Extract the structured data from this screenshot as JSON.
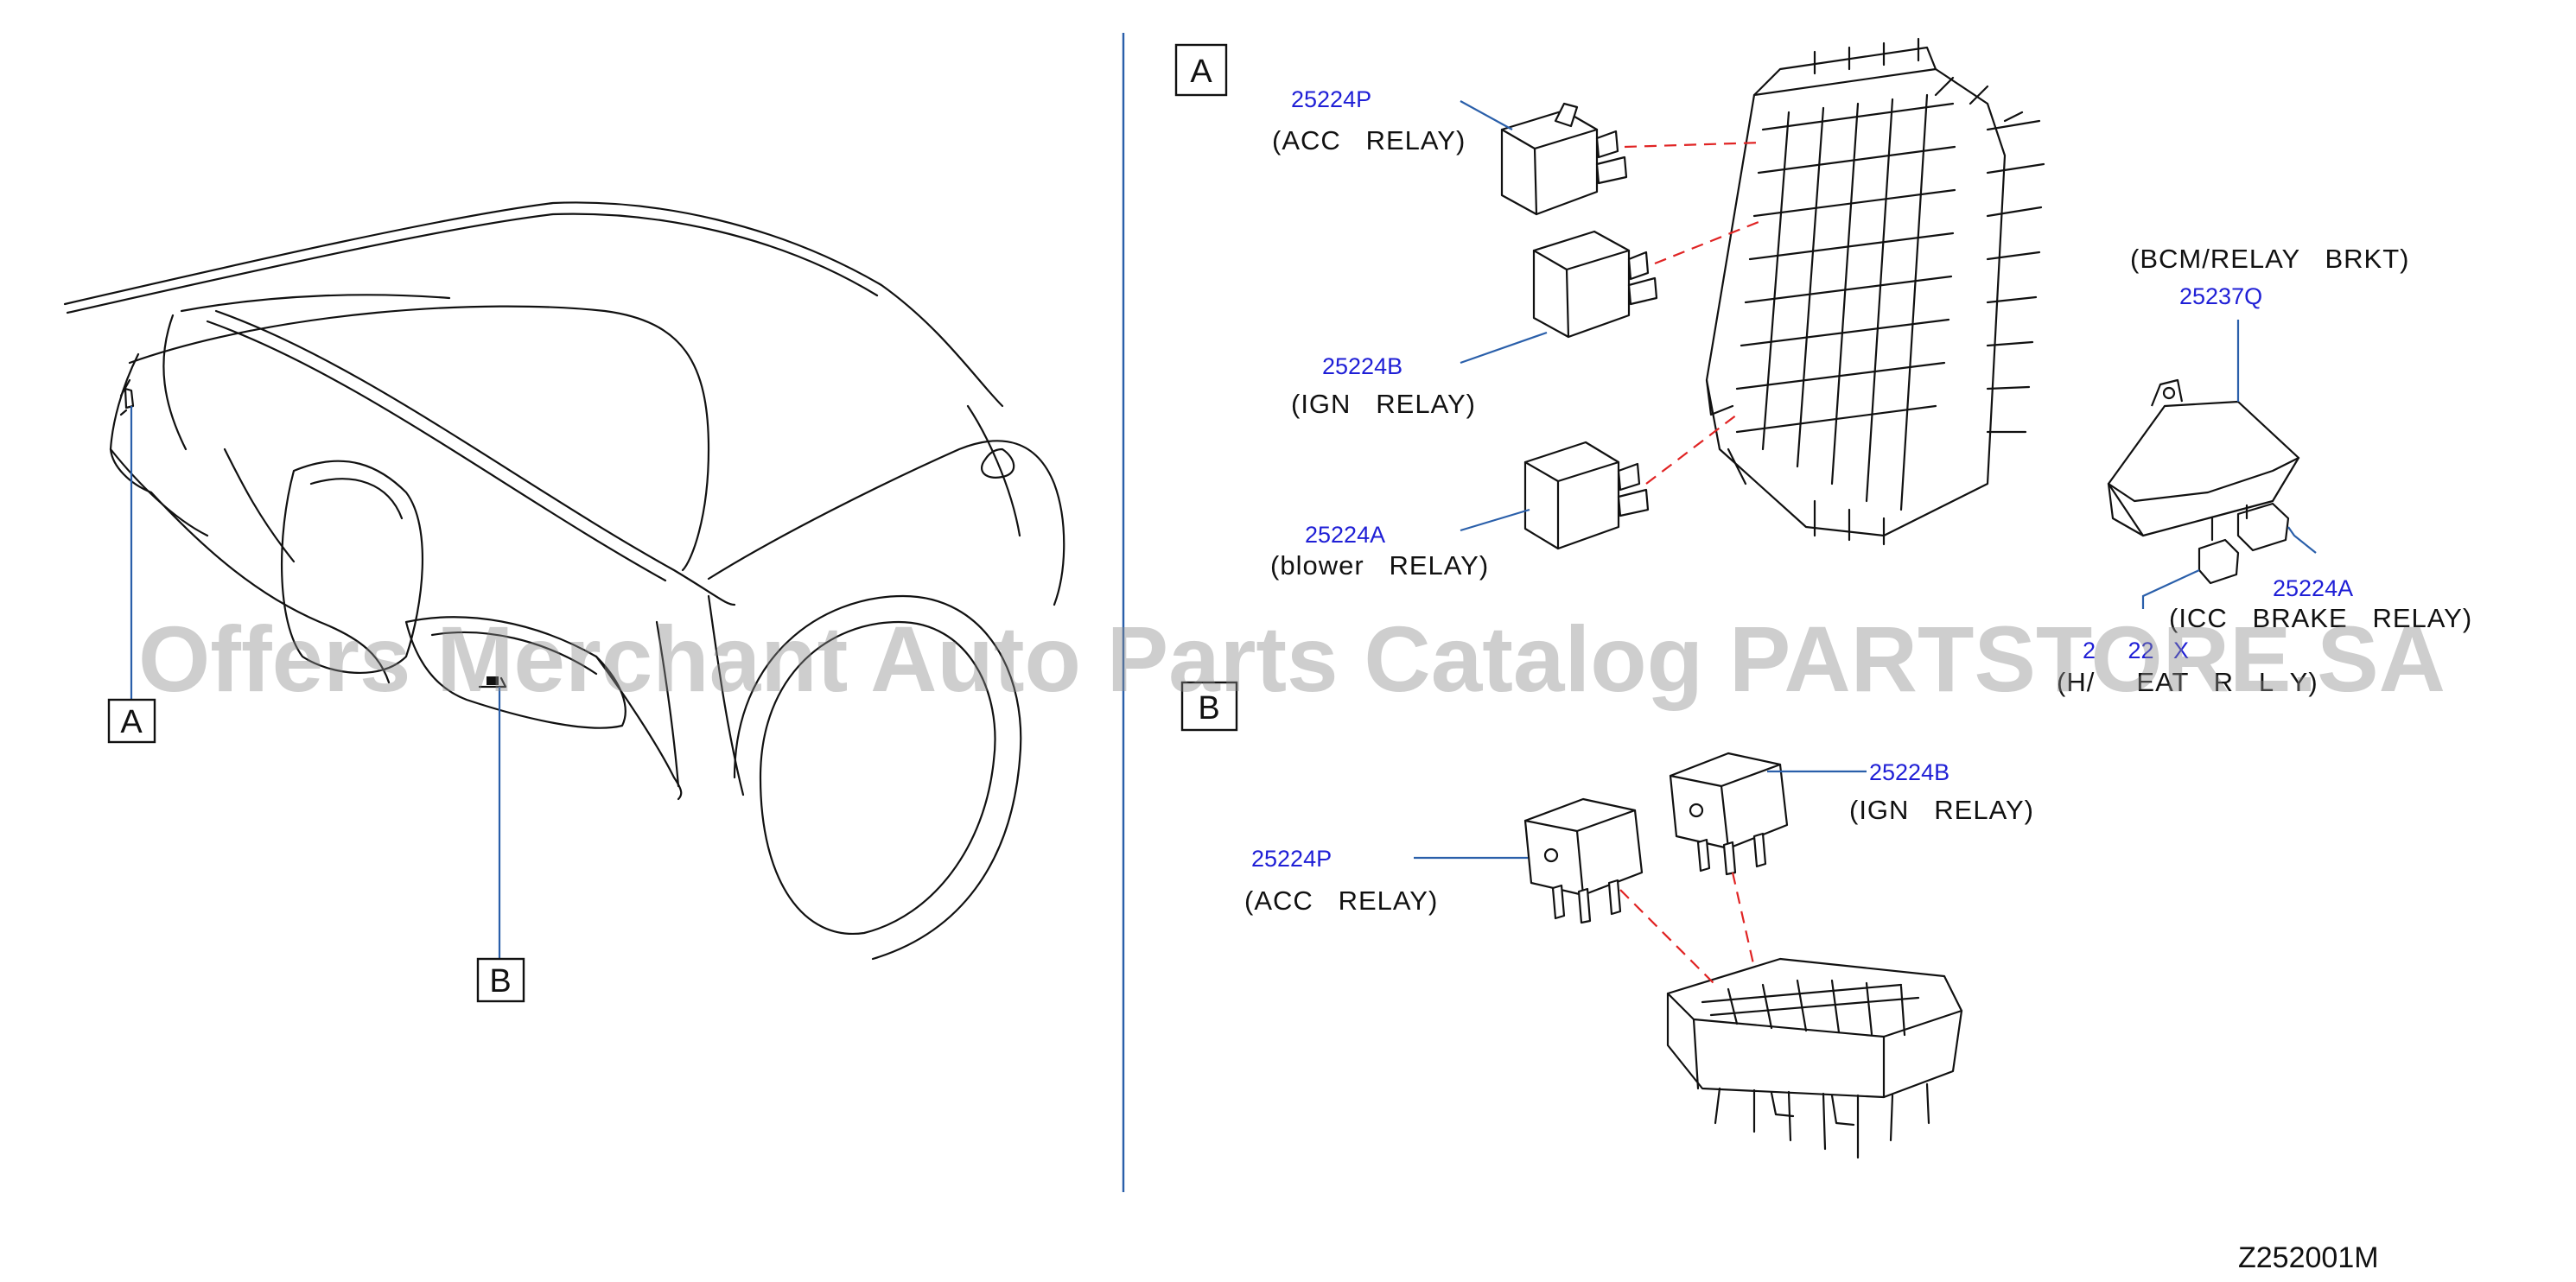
{
  "callouts": {
    "a_left": "A",
    "b_left": "B",
    "a_panel": "A",
    "b_panel": "B"
  },
  "panel_a": {
    "acc": {
      "part_no": "25224P",
      "desc": "(ACC   RELAY)"
    },
    "ign": {
      "part_no": "25224B",
      "desc": "(IGN   RELAY)"
    },
    "blower": {
      "part_no": "25224A",
      "desc": "(blower   RELAY)"
    },
    "bracket": {
      "desc": "(BCM/RELAY   BRKT)",
      "part_no": "25237Q"
    },
    "icc": {
      "part_no": "25224A",
      "desc": "(ICC   BRAKE   RELAY)"
    },
    "heater": {
      "part_no": "2     22   X",
      "desc": "(H/     EAT   R   L  Y)"
    }
  },
  "panel_b": {
    "ign": {
      "part_no": "25224B",
      "desc": "(IGN   RELAY)"
    },
    "acc": {
      "part_no": "25224P",
      "desc": "(ACC   RELAY)"
    }
  },
  "watermark": "Offers Merchant Auto Parts Catalog PARTSTORE.SA",
  "footer_code": "Z252001M",
  "colors": {
    "part_number": "#1f1fd6",
    "leader": "#2a5faa",
    "dash": "#e02424",
    "ink": "#111111"
  }
}
